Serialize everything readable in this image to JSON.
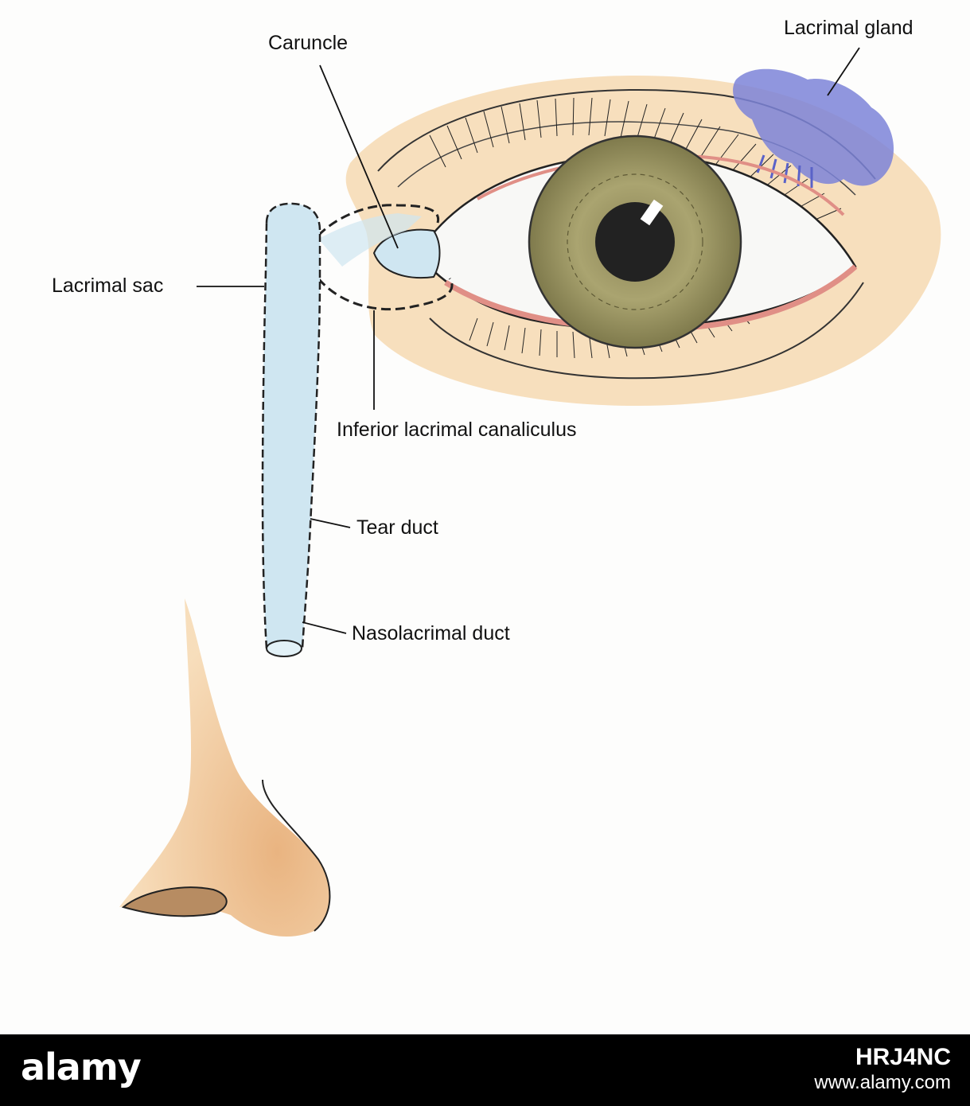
{
  "labels": {
    "caruncle": "Caruncle",
    "lacrimal_gland": "Lacrimal gland",
    "lacrimal_sac": "Lacrimal sac",
    "inferior_canaliculus": "Inferior lacrimal canaliculus",
    "tear_duct": "Tear duct",
    "nasolacrimal_duct": "Nasolacrimal duct"
  },
  "footer": {
    "brand": "alamy",
    "stock_code": "HRJ4NC",
    "url": "www.alamy.com"
  },
  "colors": {
    "skin": "#f6dcb6",
    "duct": "#cfe6f1",
    "gland": "#7d84d8",
    "iris": "#a7a06c",
    "eyelid_rim": "#e08f86"
  }
}
